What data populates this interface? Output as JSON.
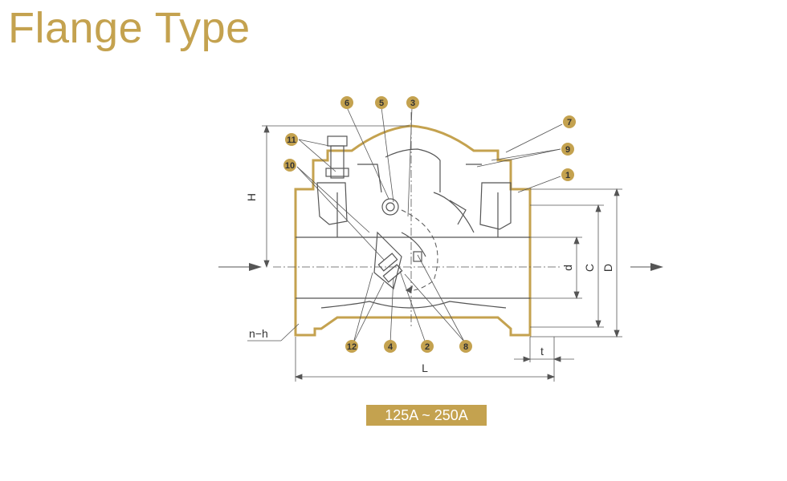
{
  "title": "Flange Type",
  "size_range": "125A ~ 250A",
  "dimensions": {
    "H": "H",
    "L": "L",
    "d": "d",
    "C": "C",
    "D": "D",
    "t": "t",
    "nh": "n−h"
  },
  "callouts": [
    "1",
    "2",
    "3",
    "4",
    "5",
    "6",
    "7",
    "8",
    "9",
    "10",
    "11",
    "12"
  ],
  "colors": {
    "accent": "#C4A24F",
    "outline": "#C4A24F",
    "line": "#555555"
  }
}
